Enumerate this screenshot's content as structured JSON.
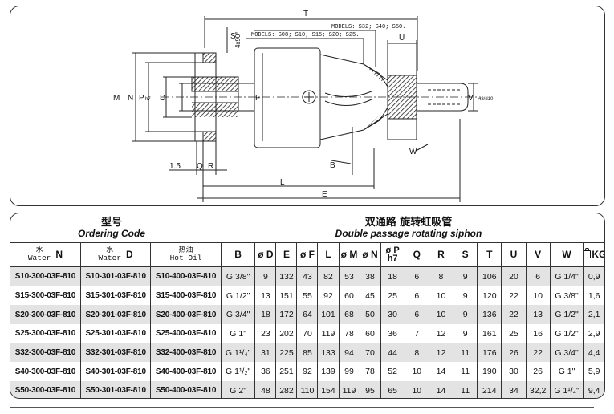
{
  "drawing": {
    "labels": {
      "T": "T",
      "S": "S",
      "chamfer": "4x90°",
      "U": "U",
      "models_a": "MODELS: S32; S40; S50.",
      "models_b": "MODELS: S08; S10; S15; S20; S25.",
      "M": "M",
      "N": "N",
      "P": "P",
      "P_sub": "h7",
      "D": "D",
      "F": "F",
      "V": "V",
      "V_sub": "H8/d10",
      "W": "W",
      "B": "B",
      "dim_1_5": "1.5",
      "Q": "Q",
      "R": "R",
      "L": "L",
      "E": "E"
    }
  },
  "table": {
    "ordering_code_cn": "型号",
    "ordering_code_en": "Ordering Code",
    "siphon_cn": "双通路 旋转虹吸管",
    "siphon_en": "Double passage rotating siphon",
    "code_headers": [
      {
        "cn": "水",
        "en": "Water",
        "letter": "N"
      },
      {
        "cn": "水",
        "en": "Water",
        "letter": "D"
      },
      {
        "cn": "热油",
        "en": "Hot Oil",
        "letter": ""
      }
    ],
    "dim_headers": [
      "B",
      "ø D",
      "E",
      "ø F",
      "L",
      "ø M",
      "ø N",
      "ø P",
      "h7",
      "Q",
      "R",
      "S",
      "T",
      "U",
      "V",
      "W",
      "KG."
    ],
    "rows": [
      [
        "S10-300-03F-810",
        "S10-301-03F-810",
        "S10-400-03F-810",
        "G 3/8\"",
        "9",
        "132",
        "43",
        "82",
        "53",
        "38",
        "18",
        "6",
        "8",
        "9",
        "106",
        "20",
        "6",
        "G 1/4\"",
        "0,9"
      ],
      [
        "S15-300-03F-810",
        "S15-301-03F-810",
        "S15-400-03F-810",
        "G 1/2\"",
        "13",
        "151",
        "55",
        "92",
        "60",
        "45",
        "25",
        "6",
        "10",
        "9",
        "120",
        "22",
        "10",
        "G 3/8\"",
        "1,6"
      ],
      [
        "S20-300-03F-810",
        "S20-301-03F-810",
        "S20-400-03F-810",
        "G 3/4\"",
        "18",
        "172",
        "64",
        "101",
        "68",
        "50",
        "30",
        "6",
        "10",
        "9",
        "136",
        "22",
        "13",
        "G 1/2\"",
        "2,1"
      ],
      [
        "S25-300-03F-810",
        "S25-301-03F-810",
        "S25-400-03F-810",
        "G 1\"",
        "23",
        "202",
        "70",
        "119",
        "78",
        "60",
        "36",
        "7",
        "12",
        "9",
        "161",
        "25",
        "16",
        "G 1/2\"",
        "2,9"
      ],
      [
        "S32-300-03F-810",
        "S32-301-03F-810",
        "S32-400-03F-810",
        "G 1¹/₄\"",
        "31",
        "225",
        "85",
        "133",
        "94",
        "70",
        "44",
        "8",
        "12",
        "11",
        "176",
        "26",
        "22",
        "G 3/4\"",
        "4,4"
      ],
      [
        "S40-300-03F-810",
        "S40-301-03F-810",
        "S40-400-03F-810",
        "G 1¹/₂\"",
        "36",
        "251",
        "92",
        "139",
        "99",
        "78",
        "52",
        "10",
        "14",
        "11",
        "190",
        "30",
        "26",
        "G 1\"",
        "5,9"
      ],
      [
        "S50-300-03F-810",
        "S50-301-03F-810",
        "S50-400-03F-810",
        "G 2\"",
        "48",
        "282",
        "110",
        "154",
        "119",
        "95",
        "65",
        "10",
        "14",
        "11",
        "214",
        "34",
        "32,2",
        "G 1¹/₄\"",
        "9,4"
      ]
    ]
  }
}
